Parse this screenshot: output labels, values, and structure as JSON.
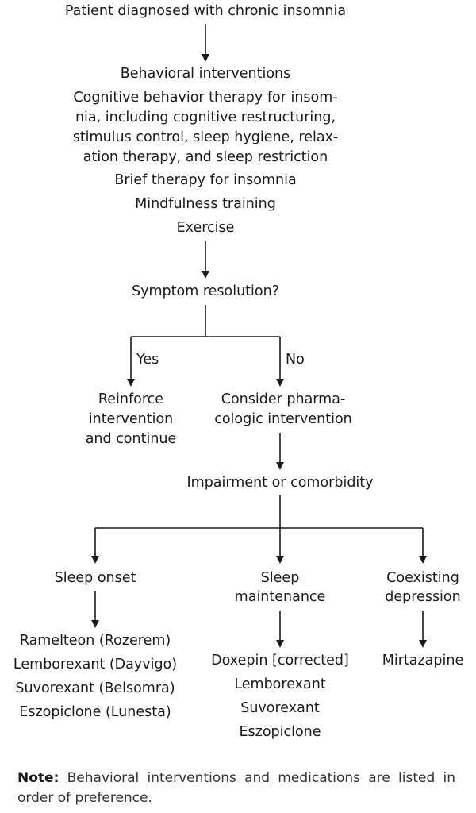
{
  "start": "Patient diagnosed with chronic insomnia",
  "behavioral": {
    "heading": "Behavioral interventions",
    "cbt_lines": [
      "Cognitive behavior therapy for insom-",
      "nia, including cognitive restructuring,",
      "stimulus control, sleep hygiene, relax-",
      "ation therapy, and sleep restriction"
    ],
    "brief": "Brief therapy for insomnia",
    "mindfulness": "Mindfulness training",
    "exercise": "Exercise"
  },
  "decision": {
    "question": "Symptom resolution?",
    "yes_label": "Yes",
    "no_label": "No"
  },
  "yes_outcome": [
    "Reinforce",
    "intervention",
    "and continue"
  ],
  "no_outcome": [
    "Consider pharma-",
    "cologic intervention"
  ],
  "impairment": "Impairment or comorbidity",
  "branches": {
    "onset": {
      "title": [
        "Sleep onset"
      ],
      "drugs": [
        "Ramelteon (Rozerem)",
        "Lemborexant (Dayvigo)",
        "Suvorexant (Belsomra)",
        "Eszopiclone (Lunesta)"
      ]
    },
    "maintenance": {
      "title": [
        "Sleep",
        "maintenance"
      ],
      "drugs": [
        "Doxepin [corrected]",
        "Lemborexant",
        "Suvorexant",
        "Eszopiclone"
      ]
    },
    "depression": {
      "title": [
        "Coexisting",
        "depression"
      ],
      "drugs": [
        "Mirtazapine"
      ]
    }
  },
  "note": {
    "label": "Note:",
    "text": "Behavioral interventions and medications are listed in order of preference."
  }
}
